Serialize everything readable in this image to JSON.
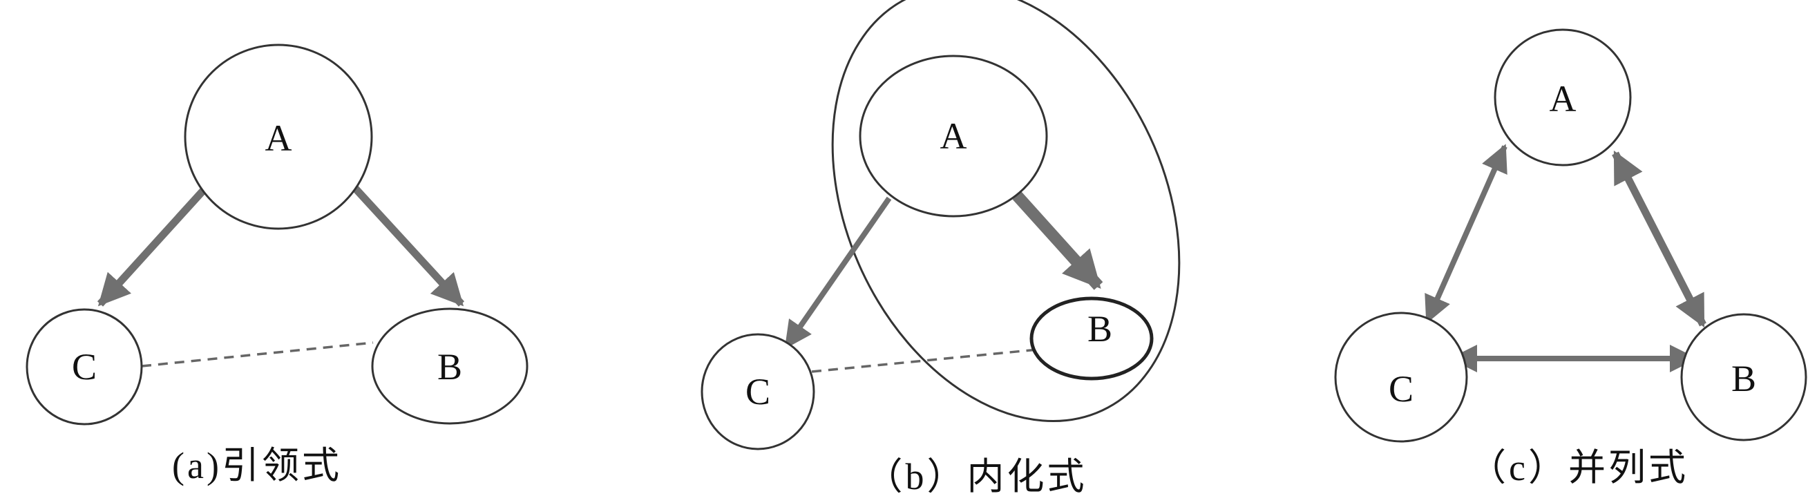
{
  "colors": {
    "edge": "#707070",
    "stroke": "#333333",
    "dash": "#666666"
  },
  "panels": [
    {
      "caption": "(a)引领式",
      "nodes": {
        "A": "A",
        "B": "B",
        "C": "C"
      }
    },
    {
      "caption": "（b）内化式",
      "nodes": {
        "A": "A",
        "B": "B",
        "C": "C"
      }
    },
    {
      "caption": "（c）并列式",
      "nodes": {
        "A": "A",
        "B": "B",
        "C": "C"
      }
    }
  ]
}
